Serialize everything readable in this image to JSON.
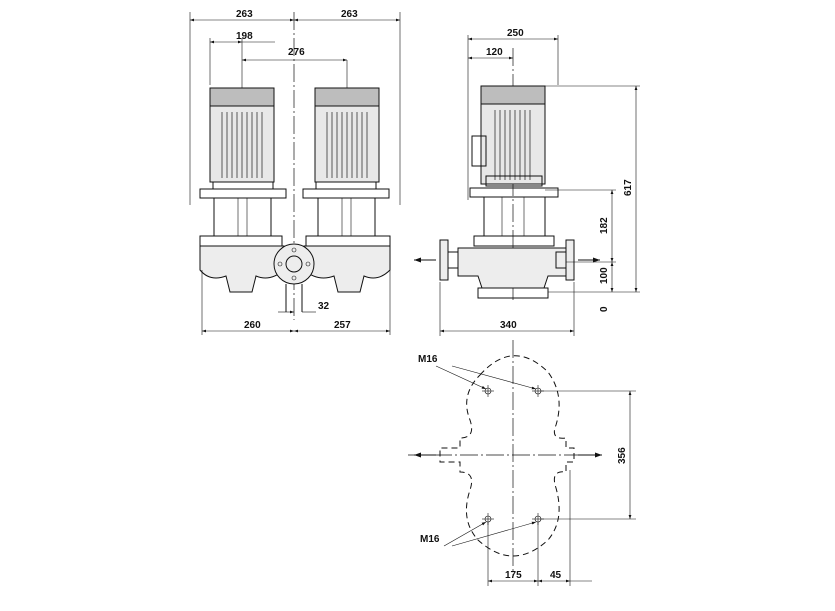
{
  "colors": {
    "line": "#111111",
    "motor_fill": "#e8e8e8",
    "motor_top": "#bdbdbd",
    "background": "#ffffff"
  },
  "front_view": {
    "dim_top_left": "263",
    "dim_top_right": "263",
    "dim_motor_offset": "198",
    "dim_motor_spacing": "276",
    "dim_flange_offset": "32",
    "dim_bottom_left": "260",
    "dim_bottom_right": "257"
  },
  "side_view": {
    "dim_width_top": "250",
    "dim_motor_offset": "120",
    "dim_total_height": "617",
    "dim_coupling_height": "182",
    "dim_port_height": "100",
    "dim_base": "0",
    "dim_base_width": "340"
  },
  "plan_view": {
    "bolt_label_top": "M16",
    "bolt_label_bottom": "M16",
    "dim_vertical": "356",
    "dim_horizontal": "175",
    "dim_horizontal_small": "45"
  }
}
